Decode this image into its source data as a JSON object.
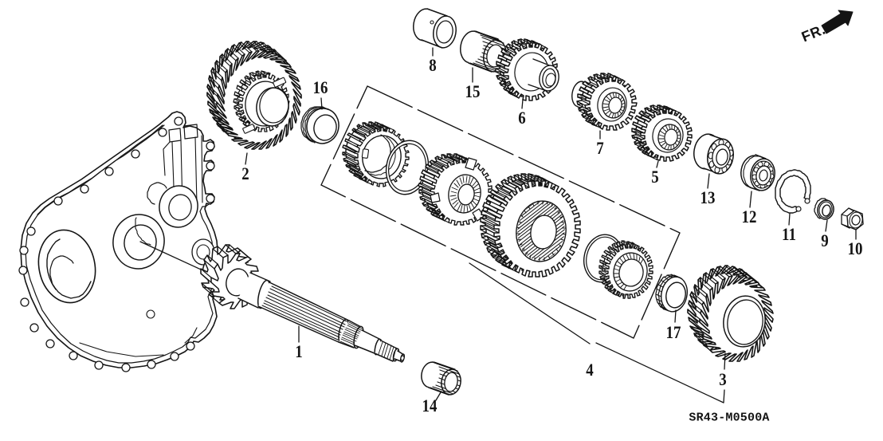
{
  "diagram": {
    "direction_label": "FR.",
    "part_code": "SR43-M0500A",
    "parts": [
      {
        "number": "1"
      },
      {
        "number": "2"
      },
      {
        "number": "3"
      },
      {
        "number": "4"
      },
      {
        "number": "5"
      },
      {
        "number": "6"
      },
      {
        "number": "7"
      },
      {
        "number": "8"
      },
      {
        "number": "9"
      },
      {
        "number": "10"
      },
      {
        "number": "11"
      },
      {
        "number": "12"
      },
      {
        "number": "13"
      },
      {
        "number": "14"
      },
      {
        "number": "15"
      },
      {
        "number": "16"
      },
      {
        "number": "17"
      }
    ]
  },
  "colors": {
    "ink": "#141414",
    "background": "#ffffff"
  }
}
